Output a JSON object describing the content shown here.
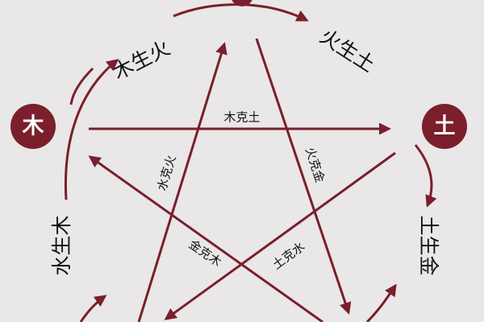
{
  "nodes": {
    "wood": "木",
    "earth": "土"
  },
  "generating_cycle": {
    "wood_generates_fire": "木生火",
    "fire_generates_earth": "火生土",
    "earth_generates_metal": "土生金",
    "water_generates_wood": "水生木"
  },
  "overcoming_cycle": {
    "wood_overcomes_earth": "木克土",
    "fire_overcomes_metal": "火克金",
    "water_overcomes_fire": "水克火",
    "metal_overcomes_wood": "金克木",
    "earth_overcomes_water": "土克水"
  },
  "colors": {
    "background": "#e9e7e8",
    "accent": "#7a1f2b",
    "text": "#111111",
    "node_text": "#ffffff"
  }
}
